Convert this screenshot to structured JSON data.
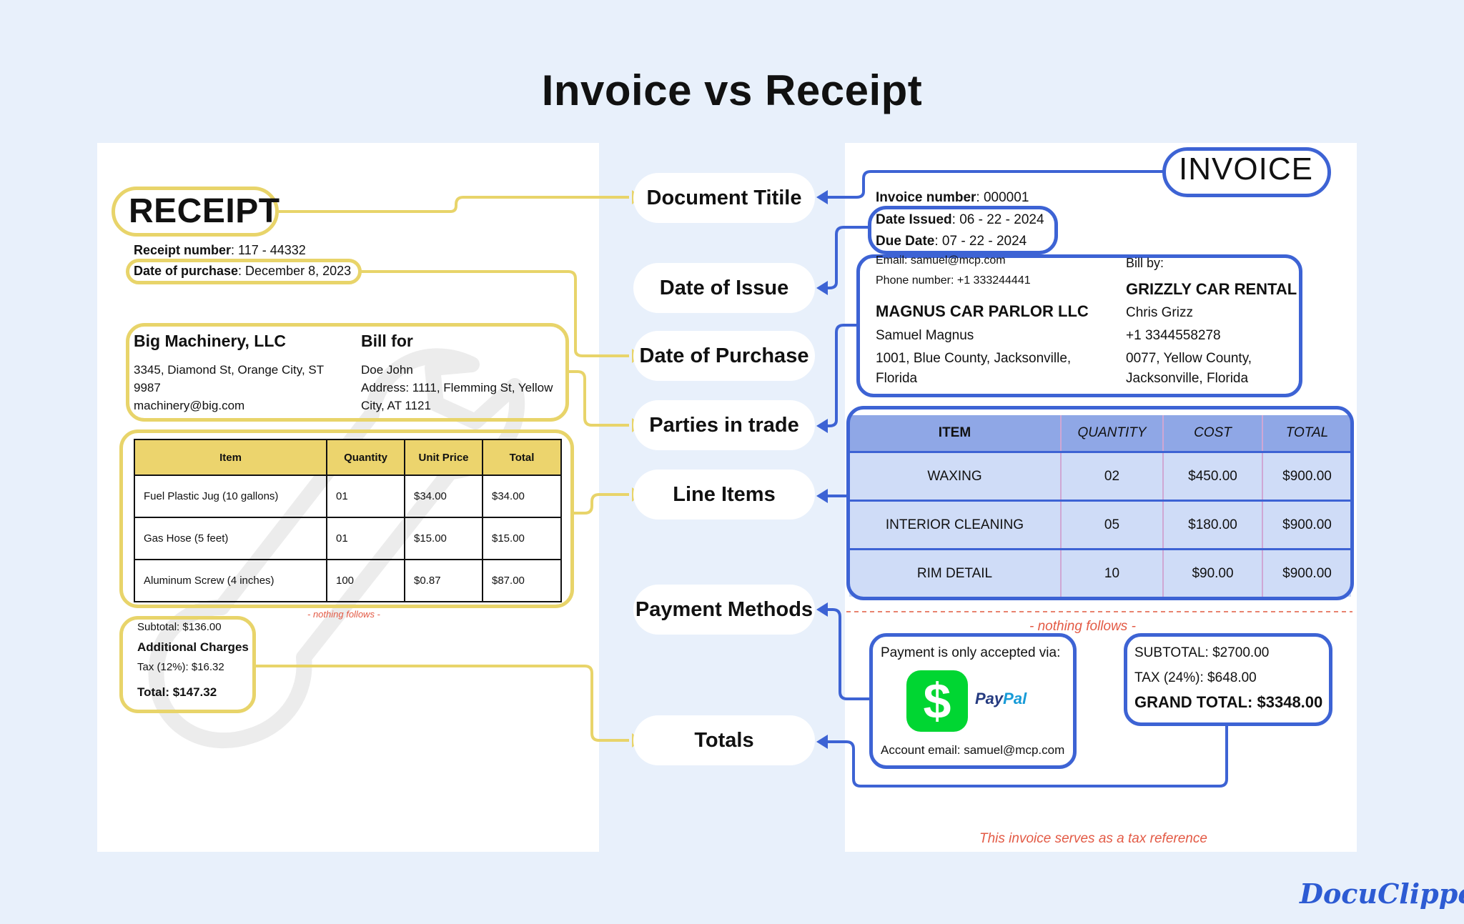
{
  "title": "Invoice vs Receipt",
  "center_labels": {
    "document_title": "Document Titile",
    "date_of_issue": "Date of Issue",
    "date_of_purchase": "Date of Purchase",
    "parties_in_trade": "Parties in trade",
    "line_items": "Line Items",
    "payment_methods": "Payment Methods",
    "totals": "Totals"
  },
  "receipt": {
    "title": "RECEIPT",
    "number_label": "Receipt number",
    "number_value": ": 117 - 44332",
    "date_label": "Date of purchase",
    "date_value": ": December 8, 2023",
    "seller": {
      "name": "Big Machinery, LLC",
      "address_line1": "3345, Diamond St, Orange City, ST",
      "address_line2": "9987",
      "email": "machinery@big.com"
    },
    "bill_for": {
      "heading": "Bill for",
      "name": "Doe John",
      "address_line1": "Address: 1111, Flemming St, Yellow",
      "address_line2": "City, AT 1121"
    },
    "table": {
      "headers": [
        "Item",
        "Quantity",
        "Unit Price",
        "Total"
      ],
      "rows": [
        [
          "Fuel Plastic Jug (10 gallons)",
          "01",
          "$34.00",
          "$34.00"
        ],
        [
          "Gas Hose (5 feet)",
          "01",
          "$15.00",
          "$15.00"
        ],
        [
          "Aluminum Screw (4 inches)",
          "100",
          "$0.87",
          "$87.00"
        ]
      ]
    },
    "nothing_follows": "- nothing follows -",
    "subtotal": "Subtotal: $136.00",
    "additional_charges": "Additional Charges",
    "tax": "Tax (12%): $16.32",
    "total": "Total: $147.32"
  },
  "invoice": {
    "title": "INVOICE",
    "number_label": "Invoice number",
    "number_value": ": 000001",
    "issued_label": "Date Issued",
    "issued_value": ": 06 - 22 - 2024",
    "due_label": "Due Date",
    "due_value": ": 07 - 22 - 2024",
    "client": {
      "email": "Email: samuel@mcp.com",
      "phone": "Phone number: +1 333244441",
      "company": "MAGNUS CAR PARLOR LLC",
      "person": "Samuel Magnus",
      "address_line1": "1001, Blue County, Jacksonville,",
      "address_line2": "Florida"
    },
    "bill_by": {
      "heading": "Bill by:",
      "company": "GRIZZLY CAR RENTAL",
      "person": "Chris Grizz",
      "phone": "+1 3344558278",
      "address_line1": "0077, Yellow County,",
      "address_line2": "Jacksonville, Florida"
    },
    "table": {
      "headers": [
        "ITEM",
        "QUANTITY",
        "COST",
        "TOTAL"
      ],
      "rows": [
        [
          "WAXING",
          "02",
          "$450.00",
          "$900.00"
        ],
        [
          "INTERIOR CLEANING",
          "05",
          "$180.00",
          "$900.00"
        ],
        [
          "RIM DETAIL",
          "10",
          "$90.00",
          "$900.00"
        ]
      ]
    },
    "nothing_follows": "- nothing follows -",
    "payment": {
      "heading": "Payment is only accepted via:",
      "cashapp_symbol": "$",
      "paypal_part1": "Pay",
      "paypal_part2": "Pal",
      "account_email": "Account email: samuel@mcp.com"
    },
    "subtotal": "SUBTOTAL: $2700.00",
    "tax": "TAX (24%): $648.00",
    "grand_total": "GRAND TOTAL: $3348.00",
    "tax_reference": "This invoice serves as a tax reference"
  },
  "brand": "DocuClipper",
  "colors": {
    "background": "#e8f0fb",
    "receipt_accent": "#e8d46a",
    "invoice_accent": "#3d63d4",
    "note_red": "#e35a45"
  }
}
